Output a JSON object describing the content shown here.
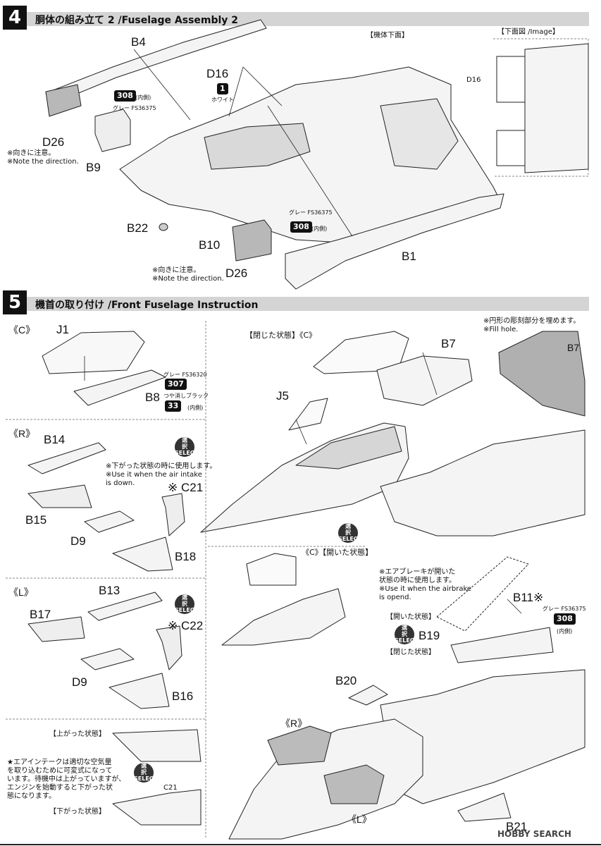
{
  "step4": {
    "number": "4",
    "title": "胴体の組み立て 2 /Fuselage Assembly 2",
    "bottom_view_label": "【機体下面】",
    "image_label": "【下面図 /Image】",
    "parts": {
      "b4": "B4",
      "d16": "D16",
      "d16_img": "D16",
      "d26_top": "D26",
      "b9": "B9",
      "b22": "B22",
      "b10": "B10",
      "d26_bot": "D26",
      "b1": "B1"
    },
    "paint1": {
      "code": "1",
      "name": "ホワイト"
    },
    "paint308a": {
      "code": "308",
      "suffix": "(内側)",
      "name": "グレー FS36375"
    },
    "paint308b": {
      "code": "308",
      "suffix": "(内側)",
      "name": "グレー FS36375"
    },
    "note_dir_top": [
      "※向きに注意。",
      "※Note the direction."
    ],
    "note_dir_bot": [
      "※向きに注意。",
      "※Note the direction."
    ]
  },
  "step5": {
    "number": "5",
    "title": "機首の取り付け /Front Fuselage Instruction",
    "fill_note": [
      "※円形の彫刻部分を埋めます。",
      "※Fill hole."
    ],
    "labels": {
      "c_top": "《C》",
      "r": "《R》",
      "l": "《L》",
      "closed_c": "【閉じた状態】《C》",
      "open_c": "《C》【開いた状態】",
      "r_big": "《R》",
      "l_big": "《L》",
      "up_state": "【上がった状態】",
      "down_state": "【下がった状態】",
      "open_state": "【開いた状態】",
      "closed_state": "【閉じた状態】"
    },
    "parts": {
      "j1": "J1",
      "b8": "B8",
      "b14": "B14",
      "b15": "B15",
      "c21": "※ C21",
      "d9a": "D9",
      "b18": "B18",
      "b13": "B13",
      "b17": "B17",
      "c22": "※ C22",
      "d9b": "D9",
      "b16": "B16",
      "c21_small": "C21",
      "j5": "J5",
      "b7": "B7",
      "b7_detail": "B7",
      "b11": "B11※",
      "b19": "B19",
      "b20": "B20",
      "b21": "B21"
    },
    "paint307": {
      "code": "307",
      "name": "グレー FS36320"
    },
    "paint33": {
      "code": "33",
      "suffix": "(内側)",
      "name": "つや消しブラック"
    },
    "paint308": {
      "code": "308",
      "suffix": "(内側)",
      "name": "グレー FS36375"
    },
    "note_intake_down": [
      "※下がった状態の時に使用します。",
      "※Use it when the air intake",
      "  is down."
    ],
    "note_airbrake": [
      "※エアブレーキが開いた",
      "  状態の時に使用します。",
      "※Use it when the airbrake",
      "  is opend."
    ],
    "intake_note": [
      "★エアインテークは適切な空気量",
      "を取り込むために可変式になって",
      "います。待機中は上がっていますが、",
      "エンジンを始動すると下がった状",
      "態になります。"
    ],
    "select_label": [
      "選",
      "択",
      "SELECT"
    ]
  },
  "watermark": "HOBBY SEARCH",
  "colors": {
    "header_bar": "#d4d4d4",
    "badge": "#111111",
    "part_fill": "#f3f3f3",
    "shade": "#b8b8b8"
  }
}
